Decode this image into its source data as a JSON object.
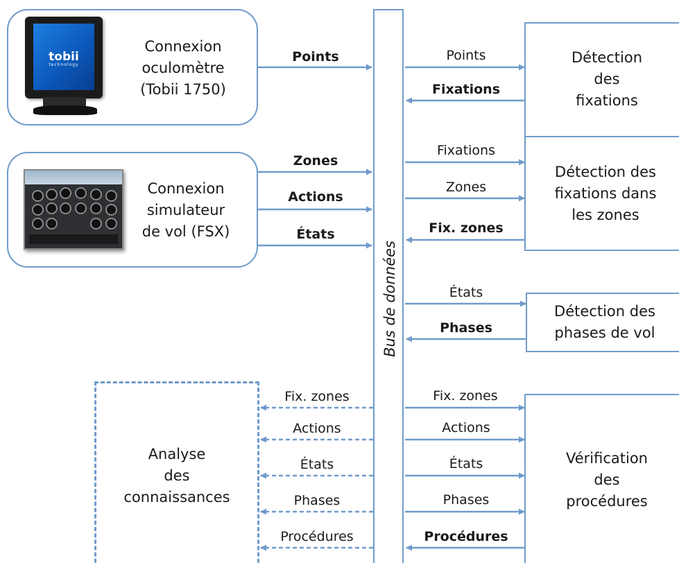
{
  "inputs": {
    "oculometer": {
      "text": "Connexion\noculomètre\n(Tobii 1750)",
      "icon": "eye-tracker-monitor-icon",
      "icon_brand": "tobii",
      "icon_brand_sub": "technology"
    },
    "simulator": {
      "text": "Connexion\nsimulateur\nde vol (FSX)",
      "icon": "flight-simulator-cockpit-icon"
    }
  },
  "bus": {
    "label": "Bus de données"
  },
  "modules": {
    "fixations": "Détection\ndes\nfixations",
    "zones": "Détection des\nfixations dans\nles zones",
    "phases": "Détection des\nphases de vol",
    "procedures": "Vérification\ndes\nprocédures",
    "analysis": "Analyse\ndes\nconnaissances"
  },
  "flows": {
    "oculometer_out": [
      "Points"
    ],
    "simulator_out": [
      "Zones",
      "Actions",
      "États"
    ],
    "fixations_in": "Points",
    "fixations_out": "Fixations",
    "zones_in": [
      "Fixations",
      "Zones"
    ],
    "zones_out": "Fix. zones",
    "phases_in": "États",
    "phases_out": "Phases",
    "procedures_in": [
      "Fix. zones",
      "Actions",
      "États",
      "Phases"
    ],
    "procedures_out": "Procédures",
    "analysis_in": [
      "Fix. zones",
      "Actions",
      "États",
      "Phases",
      "Procédures"
    ]
  },
  "colors": {
    "line": "#6f9bcb",
    "text": "#1a1a1a"
  }
}
